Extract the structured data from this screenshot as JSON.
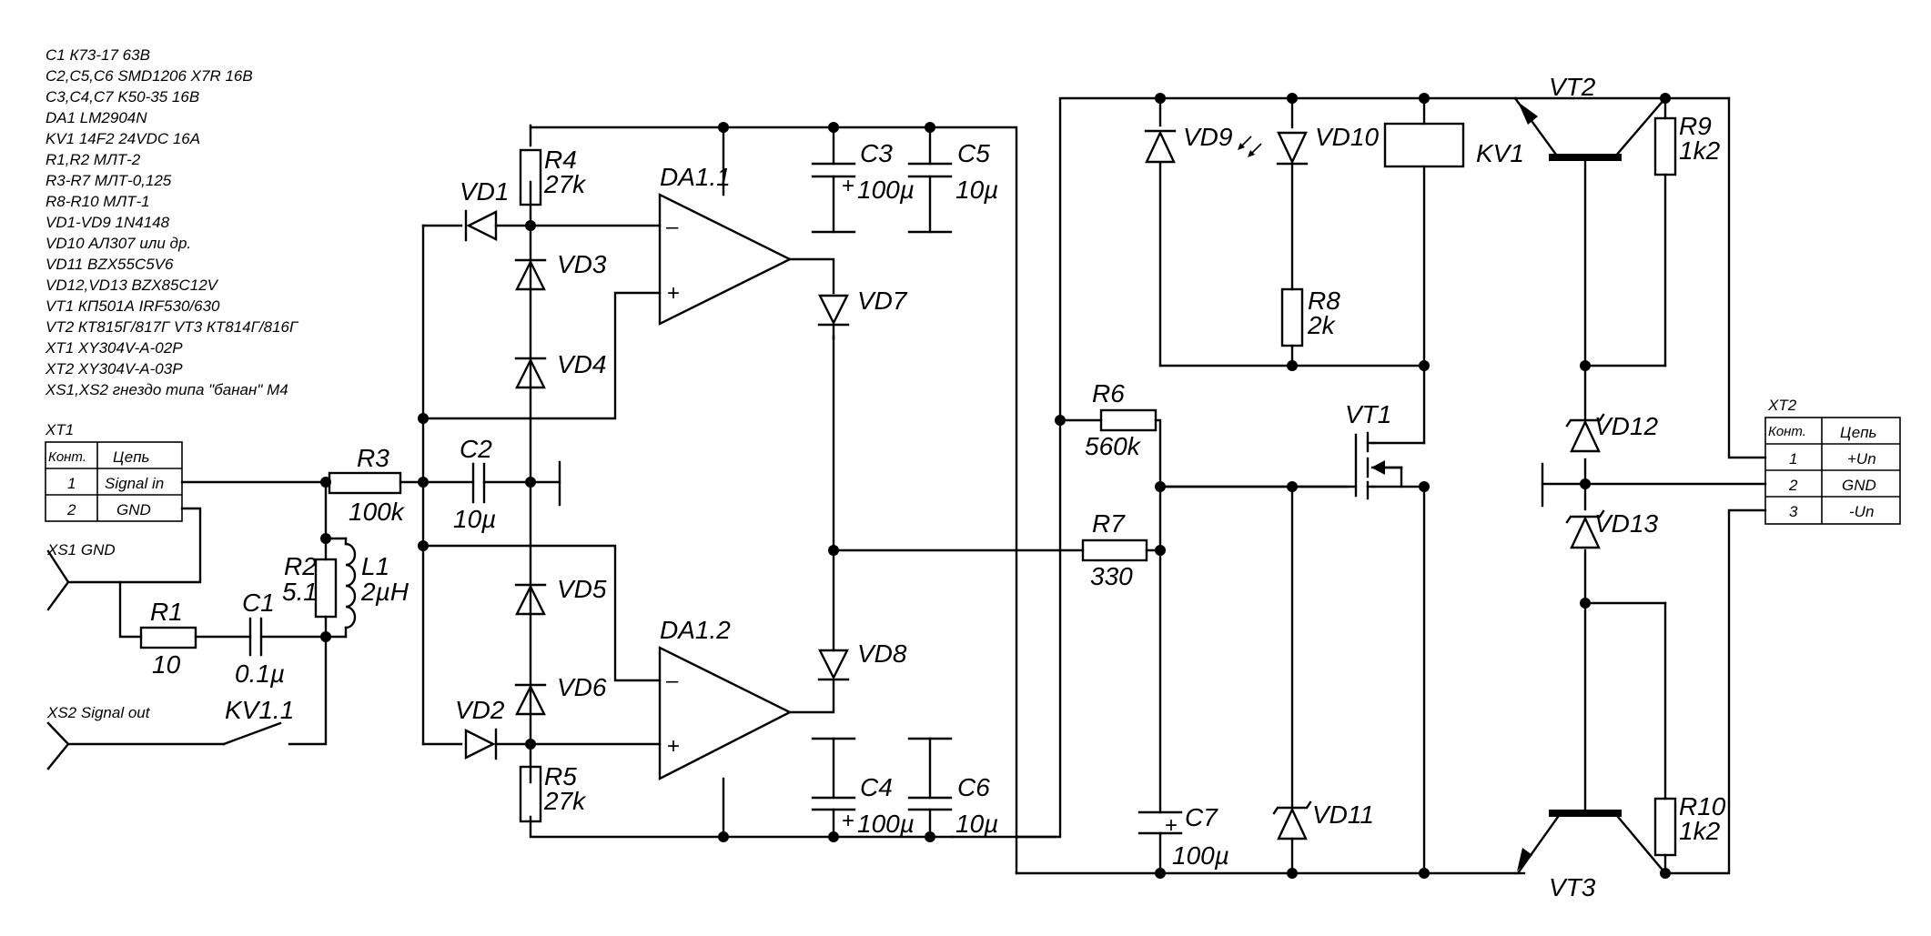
{
  "bom": [
    "C1 К73-17 63В",
    "C2,C5,C6 SMD1206 X7R 16B",
    "C3,C4,C7 K50-35 16B",
    "DA1 LM2904N",
    "KV1 14F2 24VDC 16A",
    "R1,R2 МЛТ-2",
    "R3-R7 МЛТ-0,125",
    "R8-R10 МЛТ-1",
    "VD1-VD9 1N4148",
    "VD10 АЛ307 или др.",
    "VD11 BZX55C5V6",
    "VD12,VD13 BZX85C12V",
    "VT1 КП501А  IRF530/630",
    "VT2 КТ815Г/817Г  VT3 КТ814Г/816Г",
    "XT1 XY304V-A-02P",
    "XT2 XY304V-A-03P",
    "XS1,XS2 гнездо типа \"банан\" M4"
  ],
  "xt1": {
    "title": "XT1",
    "head_pin": "Конт.",
    "head_net": "Цепь",
    "rows": [
      {
        "pin": "1",
        "net": "Signal in"
      },
      {
        "pin": "2",
        "net": "GND"
      }
    ]
  },
  "xt2": {
    "title": "XT2",
    "head_pin": "Конт.",
    "head_net": "Цепь",
    "rows": [
      {
        "pin": "1",
        "net": "+Un"
      },
      {
        "pin": "2",
        "net": "GND"
      },
      {
        "pin": "3",
        "net": "-Un"
      }
    ]
  },
  "sockets": {
    "xs1": "XS1 GND",
    "xs2": "XS2 Signal out"
  },
  "labels": {
    "r1": "R1",
    "r1v": "10",
    "c1": "C1",
    "c1v": "0.1µ",
    "r2": "R2",
    "r2v": "5.1",
    "l1": "L1",
    "l1v": "2µH",
    "kv11": "KV1.1",
    "r3": "R3",
    "r3v": "100k",
    "c2": "C2",
    "c2v": "10µ",
    "vd1": "VD1",
    "vd2": "VD2",
    "vd3": "VD3",
    "vd4": "VD4",
    "vd5": "VD5",
    "vd6": "VD6",
    "vd7": "VD7",
    "vd8": "VD8",
    "r4": "R4",
    "r4v": "27k",
    "r5": "R5",
    "r5v": "27k",
    "da11": "DA1.1",
    "da12": "DA1.2",
    "c3": "C3",
    "c3v": "100µ",
    "c4": "C4",
    "c4v": "100µ",
    "c5": "C5",
    "c5v": "10µ",
    "c6": "C6",
    "c6v": "10µ",
    "r6": "R6",
    "r6v": "560k",
    "r7": "R7",
    "r7v": "330",
    "c7": "C7",
    "c7v": "100µ",
    "vd9": "VD9",
    "vd10": "VD10",
    "vd11": "VD11",
    "vd12": "VD12",
    "vd13": "VD13",
    "r8": "R8",
    "r8v": "2k",
    "kv1": "KV1",
    "vt1": "VT1",
    "vt2": "VT2",
    "vt3": "VT3",
    "r9": "R9",
    "r9v": "1k2",
    "r10": "R10",
    "r10v": "1k2",
    "minus": "–",
    "plus": "+",
    "cplus": "+"
  }
}
